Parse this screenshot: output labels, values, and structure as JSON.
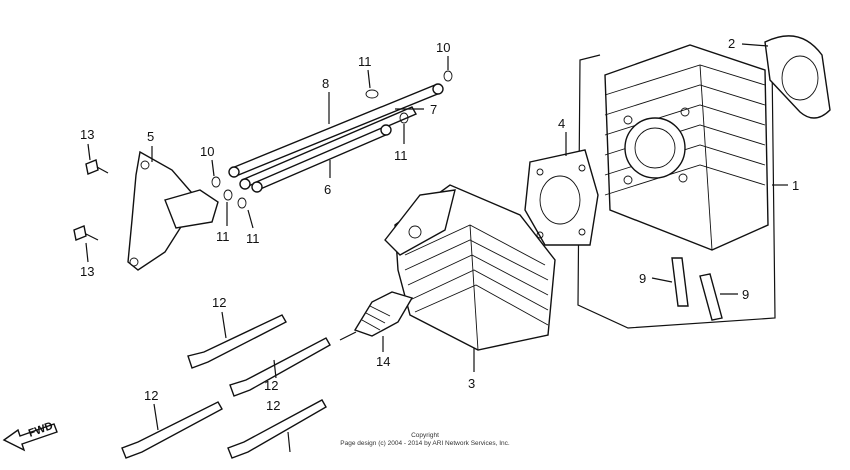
{
  "callouts": [
    {
      "id": "1",
      "label": "1"
    },
    {
      "id": "2",
      "label": "2"
    },
    {
      "id": "3",
      "label": "3"
    },
    {
      "id": "4",
      "label": "4"
    },
    {
      "id": "5",
      "label": "5"
    },
    {
      "id": "6",
      "label": "6"
    },
    {
      "id": "7",
      "label": "7"
    },
    {
      "id": "8",
      "label": "8"
    },
    {
      "id": "9a",
      "label": "9"
    },
    {
      "id": "9b",
      "label": "9"
    },
    {
      "id": "10a",
      "label": "10"
    },
    {
      "id": "10b",
      "label": "10"
    },
    {
      "id": "11a",
      "label": "11"
    },
    {
      "id": "11b",
      "label": "11"
    },
    {
      "id": "11c",
      "label": "11"
    },
    {
      "id": "11d",
      "label": "11"
    },
    {
      "id": "12a",
      "label": "12"
    },
    {
      "id": "12b",
      "label": "12"
    },
    {
      "id": "12c",
      "label": "12"
    },
    {
      "id": "12d",
      "label": "12"
    },
    {
      "id": "13a",
      "label": "13"
    },
    {
      "id": "13b",
      "label": "13"
    },
    {
      "id": "14",
      "label": "14"
    }
  ],
  "fwd_label": "FWD",
  "copyright": {
    "line1": "Copyright",
    "line2": "Page design (c) 2004 - 2014 by ARI Network Services, Inc."
  }
}
